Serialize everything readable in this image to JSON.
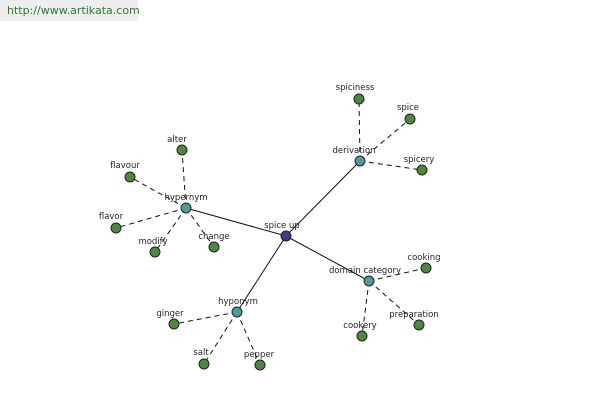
{
  "header": {
    "url": "http://www.artikata.com"
  },
  "graph": {
    "colors": {
      "center_fill": "#3b3f8a",
      "category_fill": "#4f9a9a",
      "leaf_fill": "#4a8a3a",
      "node_stroke": "#222222",
      "edge": "#111111"
    },
    "center": {
      "id": "spice_up",
      "label": "spice up"
    },
    "categories": [
      {
        "id": "hypernym",
        "label": "hypernym"
      },
      {
        "id": "derivation",
        "label": "derivation"
      },
      {
        "id": "domain_category",
        "label": "domain category"
      },
      {
        "id": "hyponym",
        "label": "hyponym"
      }
    ],
    "leaves": [
      {
        "id": "alter",
        "label": "alter",
        "parent": "hypernym"
      },
      {
        "id": "flavour",
        "label": "flavour",
        "parent": "hypernym"
      },
      {
        "id": "flavor",
        "label": "flavor",
        "parent": "hypernym"
      },
      {
        "id": "modify",
        "label": "modify",
        "parent": "hypernym"
      },
      {
        "id": "change",
        "label": "change",
        "parent": "hypernym"
      },
      {
        "id": "spiciness",
        "label": "spiciness",
        "parent": "derivation"
      },
      {
        "id": "spice",
        "label": "spice",
        "parent": "derivation"
      },
      {
        "id": "spicery",
        "label": "spicery",
        "parent": "derivation"
      },
      {
        "id": "cooking",
        "label": "cooking",
        "parent": "domain_category"
      },
      {
        "id": "cookery",
        "label": "cookery",
        "parent": "domain_category"
      },
      {
        "id": "preparation",
        "label": "preparation",
        "parent": "domain_category"
      },
      {
        "id": "ginger",
        "label": "ginger",
        "parent": "hyponym"
      },
      {
        "id": "salt",
        "label": "salt",
        "parent": "hyponym"
      },
      {
        "id": "pepper",
        "label": "pepper",
        "parent": "hyponym"
      }
    ]
  }
}
